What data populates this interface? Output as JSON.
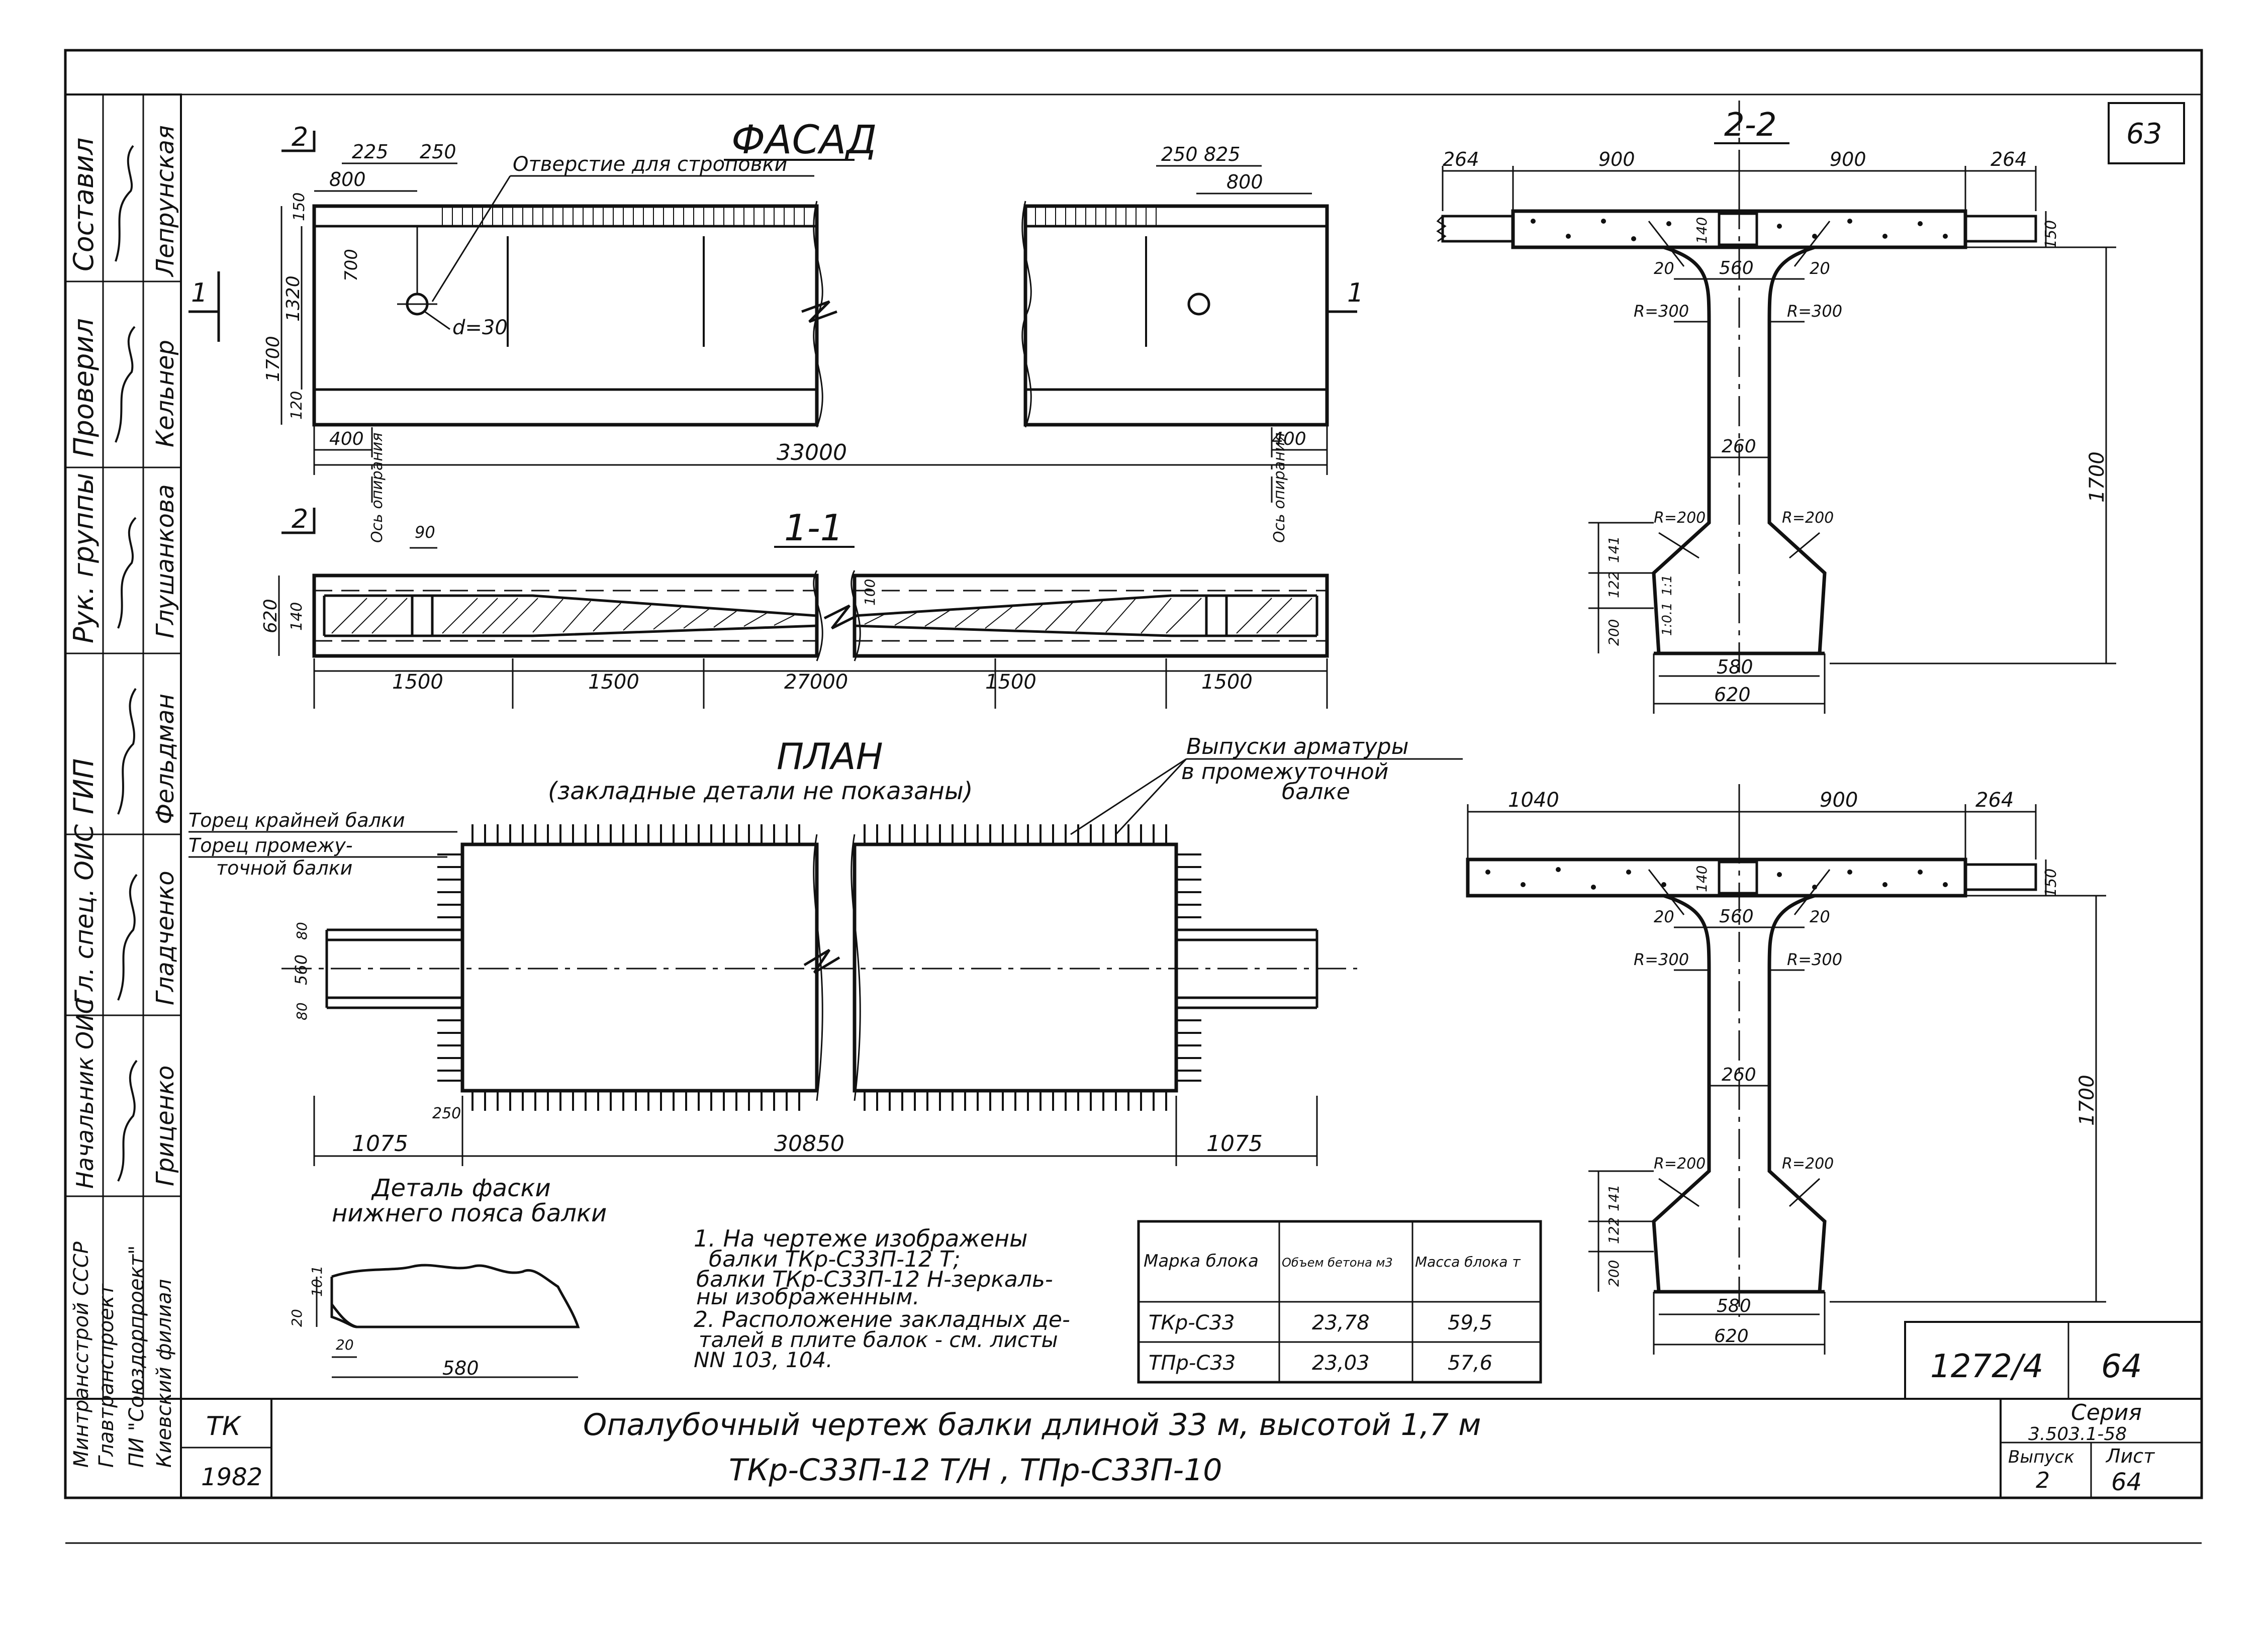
{
  "sheet": {
    "top_page_number": "63",
    "doc_number": "1272/4",
    "doc_page": "64",
    "series_label": "Серия",
    "series_value": "3.503.1-58",
    "issue_label": "Выпуск",
    "issue_value": "2",
    "sheet_label": "Лист",
    "sheet_value": "64",
    "tk_label": "ТК",
    "year": "1982",
    "title_line1": "Опалубочный чертеж балки длиной 33 м, высотой 1,7 м",
    "title_line2": "ТКр-С33П-12 Т/Н , ТПр-С33П-10",
    "organization": [
      "Минтрансстрой СССР",
      "Главтранспроект",
      "ПИ \"Союздорпроект\"",
      "Киевский филиал"
    ],
    "signatures": [
      {
        "role": "Составил",
        "name": "Лепрунская"
      },
      {
        "role": "Проверил",
        "name": "Кельнер"
      },
      {
        "role": "Рук. группы",
        "name": "Глушанкова"
      },
      {
        "role": "ГИП",
        "name": "Фельдман"
      },
      {
        "role": "Гл. спец. ОИС",
        "name": "Гладченко"
      },
      {
        "role": "Начальник ОИС",
        "name": "Гриценко"
      }
    ]
  },
  "facade": {
    "title": "ФАСАД",
    "hole_note": "Отверстие для строповки",
    "hole_dia": "d=30",
    "sect_2": "2",
    "sect_1": "1",
    "dim_225_left": "225",
    "dim_250_left": "250",
    "dim_800_left": "800",
    "dim_250_right": "250",
    "dim_825_right": "825",
    "dim_800_right": "800",
    "dim_1700": "1700",
    "dim_1320": "1320",
    "dim_700": "700",
    "dim_150": "150",
    "dim_120": "120",
    "dim_400_left": "400",
    "dim_400_right": "400",
    "length": "33000",
    "axis_label": "Ось опирания"
  },
  "section11": {
    "title": "1-1",
    "dim_620": "620",
    "dim_140": "140",
    "dim_90": "90",
    "dim_100": "100",
    "bottom_dims": [
      "1500",
      "1500",
      "27000",
      "1500",
      "1500"
    ]
  },
  "plan": {
    "title": "ПЛАН",
    "subtitle": "(закладные детали не показаны)",
    "rebar_note_1": "Выпуски арматуры",
    "rebar_note_2": "в промежуточной",
    "rebar_note_3": "балке",
    "end_note_1": "Торец крайней балки",
    "end_note_2": "Торец промежу-",
    "end_note_3": "точной балки",
    "dim_560": "560",
    "dim_80": "80",
    "dim_250": "250",
    "bottom_dims": [
      "1075",
      "30850",
      "1075"
    ]
  },
  "section22": {
    "title": "2-2",
    "top_dims": [
      "264",
      "900",
      "900",
      "264"
    ],
    "dim_140": "140",
    "dim_150": "150",
    "dim_20": "20",
    "dim_560": "560",
    "r300": "R=300",
    "dim_260": "260",
    "r200": "R=200",
    "dim_141": "141",
    "dim_122": "122",
    "dim_200": "200",
    "slope_1": "1:1",
    "slope_2": "1:0.1",
    "height": "1700",
    "bottom_dims": [
      "580",
      "620"
    ]
  },
  "section_b": {
    "top_dims": [
      "1040",
      "900",
      "264"
    ],
    "dim_140": "140",
    "dim_150": "150",
    "dim_20": "20",
    "dim_560": "560",
    "r300": "R=300",
    "dim_260": "260",
    "r200": "R=200",
    "dim_141": "141",
    "dim_122": "122",
    "dim_200": "200",
    "height": "1700",
    "bottom_dims": [
      "580",
      "620"
    ]
  },
  "detail": {
    "title_1": "Деталь фаски",
    "title_2": "нижнего пояса балки",
    "dim_10": "10.1",
    "dim_20a": "20",
    "dim_20b": "20",
    "dim_580": "580"
  },
  "notes": [
    "1. На чертеже изображены",
    "балки ТКр-С33П-12 Т;",
    "балки ТКр-С33П-12 Н-зеркаль-",
    "ны изображенным.",
    "2. Расположение закладных де-",
    "талей в плите балок - см. листы",
    "NN 103, 104."
  ],
  "spec_table": {
    "headers": [
      "Марка блока",
      "Объем бетона м3",
      "Масса блока т"
    ],
    "rows": [
      [
        "ТКр-С33",
        "23,78",
        "59,5"
      ],
      [
        "ТПр-С33",
        "23,03",
        "57,6"
      ]
    ]
  }
}
